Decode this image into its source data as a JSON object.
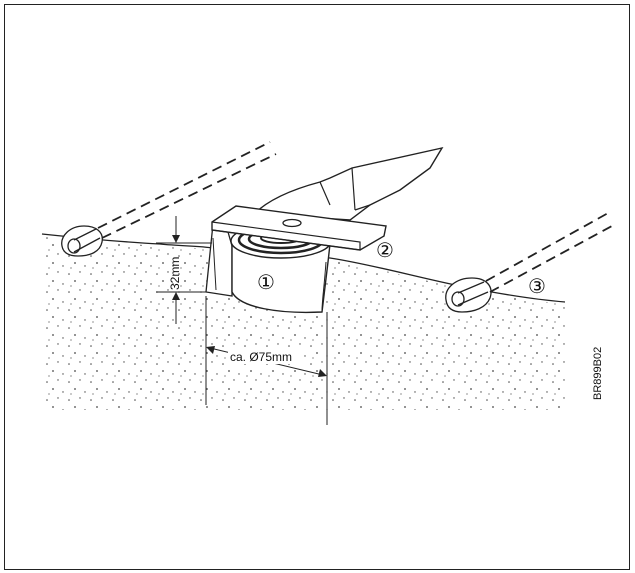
{
  "diagram": {
    "dimension_height": "32mm",
    "dimension_diameter": "ca. Ø75mm",
    "callout_1": "①",
    "callout_2": "②",
    "callout_3": "③",
    "drawing_code": "BR899B02"
  }
}
